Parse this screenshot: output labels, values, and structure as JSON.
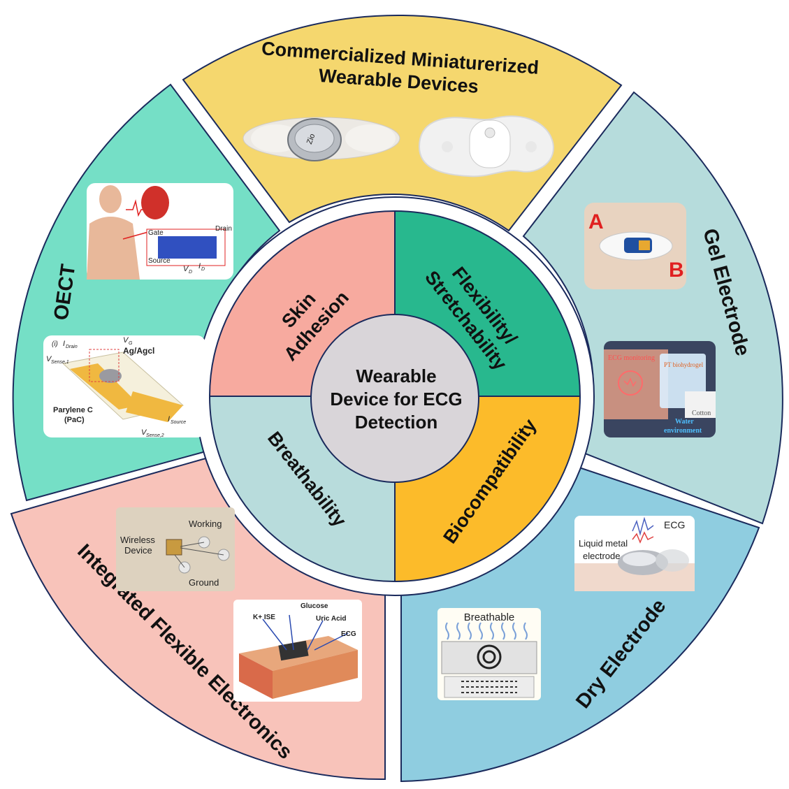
{
  "center": {
    "line1": "Wearable",
    "line2": "Device for ECG",
    "line3": "Detection"
  },
  "inner": {
    "skin_adhesion": {
      "line1": "Skin",
      "line2": "Adhesion"
    },
    "flexibility": {
      "line1": "Flexibility/",
      "line2": "Stretchability"
    },
    "breathability": "Breathability",
    "biocompatibility": "Biocompatibility"
  },
  "outer": {
    "commercialized": {
      "line1": "Commercialized Miniaturerized",
      "line2": "Wearable Devices"
    },
    "gel_electrode": "Gel Electrode",
    "dry_electrode": "Dry Electrode",
    "integrated": "Integrated Flexible Electronics",
    "oect": "OECT"
  },
  "images": {
    "gel_a": {
      "a": "A",
      "b": "B"
    },
    "gel_b": {
      "monitoring": "ECG monitoring",
      "hydrogel": "PT biohydrogel",
      "cotton": "Cotton",
      "water": "Water",
      "environment": "environment"
    },
    "dry_a": {
      "ecg": "ECG",
      "liquid": "Liquid metal",
      "electrode": "electrode"
    },
    "dry_b": {
      "breathable": "Breathable"
    },
    "int_a": {
      "wireless": "Wireless",
      "device": "Device",
      "working": "Working",
      "ground": "Ground"
    },
    "int_b": {
      "glucose": "Glucose",
      "kise": "K+ ISE",
      "uric": "Uric Acid",
      "ecg": "ECG"
    },
    "oect_a": {
      "gate": "Gate",
      "drain": "Drain",
      "source": "Source",
      "vd": "V",
      "vd_sub": "D",
      "id": "I",
      "id_sub": "D"
    },
    "oect_b": {
      "i": "(i)",
      "idrain": "I",
      "idrain_sub": "Drain",
      "vg": "V",
      "vg_sub": "G",
      "agcl": "Ag/Agcl",
      "vsense1": "V",
      "vsense1_sub": "Sense,1",
      "parylene": "Parylene C",
      "pac": "(PaC)",
      "isource": "I",
      "isource_sub": "Source",
      "vsense2": "V",
      "vsense2_sub": "Sense,2"
    },
    "comm": {
      "zio": "Zio"
    }
  },
  "colors": {
    "commercialized": "#f5d76e",
    "gel": "#b6dcdc",
    "dry": "#8fcde0",
    "integrated": "#f8c3ba",
    "oect": "#75dfc6",
    "skin": "#f7aa9f",
    "flex": "#28b88e",
    "breath": "#b8dcdc",
    "biocompat": "#fcbb2a",
    "center": "#d9d5d9",
    "border": "#1a2a5c"
  }
}
